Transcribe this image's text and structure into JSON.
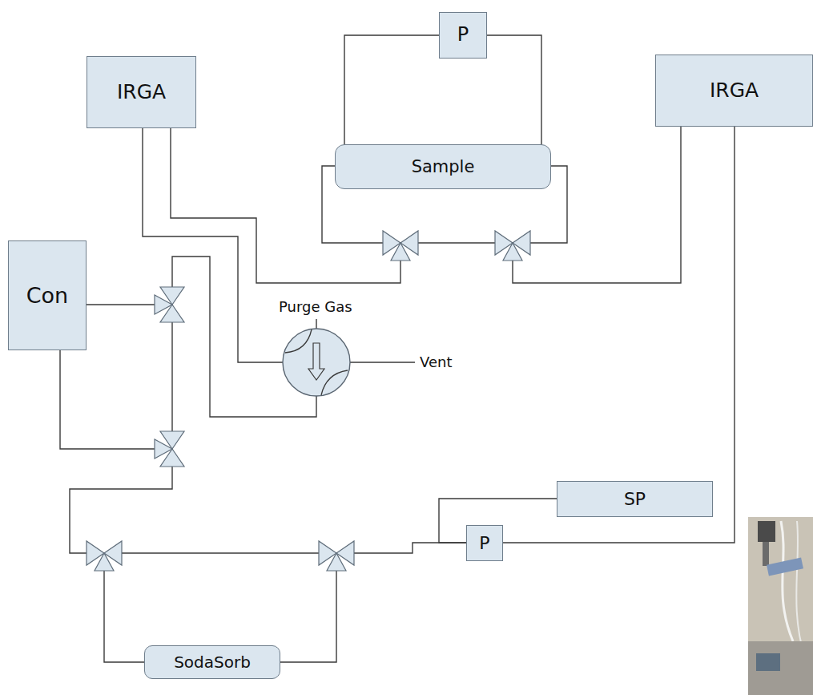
{
  "diagram": {
    "nodes": [
      {
        "text": [
          "P"
        ]
      },
      {
        "text": [
          "IRGA"
        ]
      },
      {
        "text": [
          "Sample"
        ]
      },
      {
        "text": [
          "IRGA"
        ]
      },
      {
        "text": [
          "Con"
        ]
      },
      {
        "text": [
          "SP"
        ]
      },
      {
        "text": [
          "P"
        ]
      },
      {
        "text": [
          "SodaSorb"
        ]
      }
    ],
    "edges": [
      {
        "from": 2,
        "to": 0,
        "arrow": "none"
      },
      {
        "from": 0,
        "to": 2,
        "arrow": "none"
      },
      {
        "from": 1,
        "to": 2,
        "arrow": "none"
      },
      {
        "from": 2,
        "to": 3,
        "arrow": "none"
      },
      {
        "from": 3,
        "to": 6,
        "arrow": "none"
      },
      {
        "from": 6,
        "to": 5,
        "arrow": "none"
      },
      {
        "from": 7,
        "to": 6,
        "arrow": "none"
      },
      {
        "from": 4,
        "to": 7,
        "arrow": "none"
      }
    ],
    "labels": [
      "Purge Gas",
      "Vent"
    ]
  }
}
